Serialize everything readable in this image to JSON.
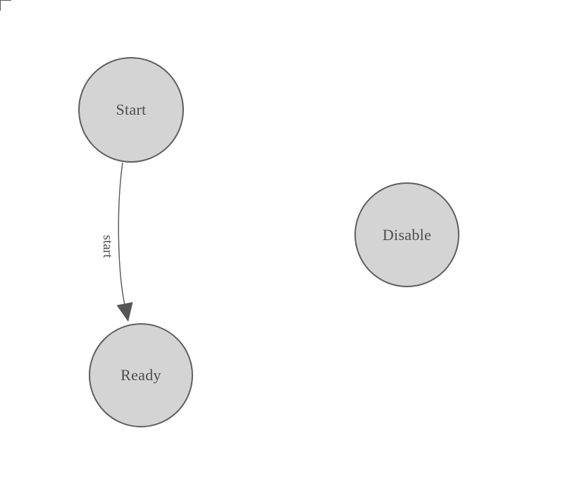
{
  "diagram": {
    "nodes": [
      {
        "id": "start",
        "label": "Start"
      },
      {
        "id": "ready",
        "label": "Ready"
      },
      {
        "id": "disable",
        "label": "Disable"
      }
    ],
    "edges": [
      {
        "from": "start",
        "to": "ready",
        "label": "start"
      }
    ],
    "colors": {
      "background": "#ffffff",
      "node_fill": "#d4d4d4",
      "node_border": "#5e5e5e",
      "edge_stroke": "#555555",
      "arrowhead": "#555555",
      "label_text": "#4d4d4d"
    }
  }
}
